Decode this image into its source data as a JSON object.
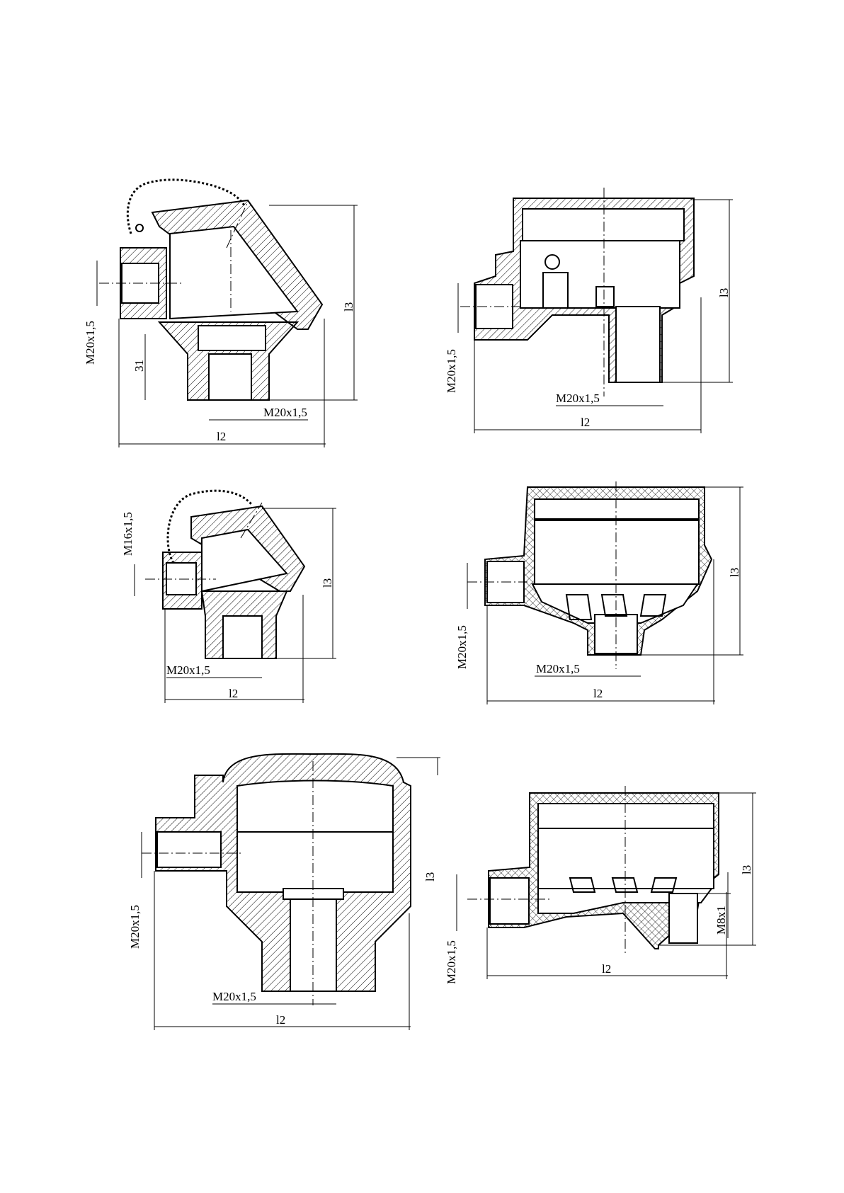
{
  "drawings": [
    {
      "id": "head-1",
      "labels": {
        "side_thread": "M20x1,5",
        "height_31": "31",
        "height": "l3",
        "bottom_thread": "M20x1,5",
        "width": "l2"
      }
    },
    {
      "id": "head-2",
      "labels": {
        "side_thread": "M20x1,5",
        "height": "l3",
        "bottom_thread": "M20x1,5",
        "width": "l2"
      }
    },
    {
      "id": "head-3",
      "labels": {
        "side_thread": "M16x1,5",
        "height": "l3",
        "bottom_thread": "M20x1,5",
        "width": "l2"
      }
    },
    {
      "id": "head-4",
      "labels": {
        "side_thread": "M20x1,5",
        "height": "l3",
        "bottom_thread": "M20x1,5",
        "width": "l2"
      }
    },
    {
      "id": "head-5",
      "labels": {
        "side_thread": "M20x1,5",
        "height": "l3",
        "bottom_thread": "M20x1,5",
        "width": "l2"
      }
    },
    {
      "id": "head-6",
      "labels": {
        "side_thread": "M20x1,5",
        "height": "l3",
        "bottom_thread": "M8x1",
        "width": "l2"
      }
    }
  ]
}
